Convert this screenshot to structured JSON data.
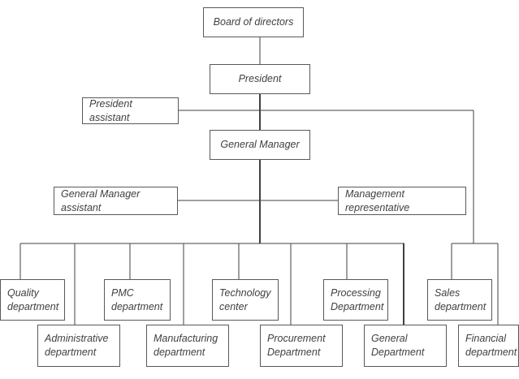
{
  "chart_data": {
    "type": "diagram",
    "title": "Organizational Structure Chart",
    "orientation": "top-down",
    "background_color": "#ffffff",
    "box_border_color": "#595959",
    "connector_color": "#404040",
    "text_color": "#404040",
    "nodes": [
      {
        "id": "board",
        "label": "Board of directors",
        "level": 0,
        "align": "center"
      },
      {
        "id": "president",
        "label": "President",
        "level": 1,
        "align": "center"
      },
      {
        "id": "pres_asst",
        "label": "President assistant",
        "level": 1,
        "align": "left",
        "role": "assistant"
      },
      {
        "id": "gm",
        "label": "General Manager",
        "level": 2,
        "align": "center"
      },
      {
        "id": "gm_asst",
        "label": "General Manager assistant",
        "level": 3,
        "align": "left",
        "role": "assistant"
      },
      {
        "id": "mgmt_rep",
        "label": "Management representative",
        "level": 3,
        "align": "left",
        "role": "assistant"
      },
      {
        "id": "quality",
        "label": "Quality\ndepartment",
        "level": 4,
        "align": "left"
      },
      {
        "id": "admin",
        "label": "Administrative\ndepartment",
        "level": 4,
        "align": "left"
      },
      {
        "id": "pmc",
        "label": "PMC\ndepartment",
        "level": 4,
        "align": "left"
      },
      {
        "id": "manufact",
        "label": "Manufacturing\ndepartment",
        "level": 4,
        "align": "left"
      },
      {
        "id": "techcenter",
        "label": "Technology\ncenter",
        "level": 4,
        "align": "left"
      },
      {
        "id": "procure",
        "label": "Procurement\nDepartment",
        "level": 4,
        "align": "left"
      },
      {
        "id": "processing",
        "label": "Processing\nDepartment",
        "level": 4,
        "align": "left"
      },
      {
        "id": "general",
        "label": "General\nDepartment",
        "level": 4,
        "align": "left"
      },
      {
        "id": "sales",
        "label": "Sales\ndepartment",
        "level": 4,
        "align": "left"
      },
      {
        "id": "financial",
        "label": "Financial\ndepartment",
        "level": 4,
        "align": "left"
      }
    ],
    "edges": [
      {
        "from": "board",
        "to": "president"
      },
      {
        "from": "president",
        "to": "gm"
      },
      {
        "from": "president",
        "to": "pres_asst",
        "style": "side"
      },
      {
        "from": "pres_asst",
        "to": "sales",
        "style": "routed-right"
      },
      {
        "from": "pres_asst",
        "to": "financial",
        "style": "routed-right"
      },
      {
        "from": "gm",
        "to": "gm_asst",
        "style": "side"
      },
      {
        "from": "gm",
        "to": "mgmt_rep",
        "style": "side"
      },
      {
        "from": "gm",
        "to": "quality"
      },
      {
        "from": "gm",
        "to": "admin"
      },
      {
        "from": "gm",
        "to": "pmc"
      },
      {
        "from": "gm",
        "to": "manufact"
      },
      {
        "from": "gm",
        "to": "techcenter"
      },
      {
        "from": "gm",
        "to": "procure"
      },
      {
        "from": "gm",
        "to": "processing"
      },
      {
        "from": "gm",
        "to": "general"
      }
    ]
  },
  "nodes": {
    "board": {
      "label": "Board of directors"
    },
    "president": {
      "label": "President"
    },
    "pres_asst": {
      "label": "President assistant"
    },
    "gm": {
      "label": "General Manager"
    },
    "gm_asst": {
      "label": "General Manager assistant"
    },
    "mgmt_rep": {
      "label": "Management representative"
    },
    "quality": {
      "label": "Quality\ndepartment"
    },
    "admin": {
      "label": "Administrative\ndepartment"
    },
    "pmc": {
      "label": "PMC\ndepartment"
    },
    "manufact": {
      "label": "Manufacturing\ndepartment"
    },
    "techcenter": {
      "label": "Technology\ncenter"
    },
    "procure": {
      "label": "Procurement\nDepartment"
    },
    "processing": {
      "label": "Processing\nDepartment"
    },
    "general": {
      "label": "General\nDepartment"
    },
    "sales": {
      "label": "Sales\ndepartment"
    },
    "financial": {
      "label": "Financial\ndepartment"
    }
  }
}
